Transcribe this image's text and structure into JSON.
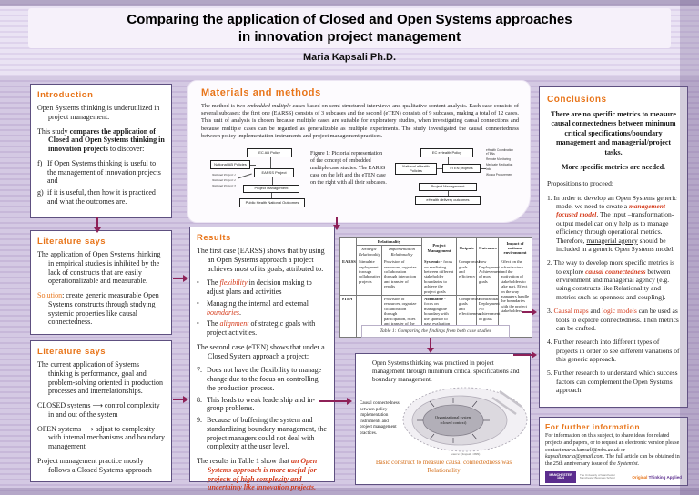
{
  "header": {
    "title_line1": "Comparing the application of Closed and Open Systems approaches",
    "title_line2": "in innovation project management",
    "author": "Maria Kapsali Ph.D."
  },
  "intro": {
    "heading": "Introduction",
    "p1": "Open Systems thinking is underutilized in project management.",
    "p2_pre": "This study ",
    "p2_bold": "compares the application of Closed and Open Systems thinking in innovation projects",
    "p2_post": " to discover:",
    "items": [
      {
        "n": "f)",
        "text": "If Open Systems thinking is useful to the management of innovation projects and"
      },
      {
        "n": "g)",
        "text": "if it is useful, then how it is practiced and what the outcomes are."
      }
    ]
  },
  "literature1": {
    "heading": "Literature says",
    "p1": "The application of Open Systems thinking in empirical studies is inhibited by the lack of constructs that are easily operationalizable and measurable.",
    "solution_label": "Solution",
    "solution_text": ": create generic measurable Open Systems constructs through studying systemic properties like causal connectedness."
  },
  "literature2": {
    "heading": "Literature says",
    "p1": "The current application of Systems thinking is performance, goal and problem-solving oriented in production processes and interrelationships.",
    "p2": "CLOSED systems ⟶ control complexity in and out of the system",
    "p3": "OPEN systems ⟶ adjust to complexity with internal mechanisms and boundary management",
    "p4": "Project management practice mostly follows a Closed Systems approach"
  },
  "materials": {
    "heading": "Materials and methods",
    "p_pre": "The method is two ",
    "p_em": "embedded multiple cases",
    "p_post": " based on semi-structured interviews and qualitative content analysis. Each case consists of several subcases: the first one (EARSS) consists of 3 subcases and the second (eTEN) consists of 9 subcases, making a total of 12 cases. This unit of analysis is chosen because multiple cases are suitable for exploratory studies, when investigating causal connections and because multiple cases can be regarded as generalizable as multiple experiments. The study investigated the causal connectedness between policy implementation instruments and project management practices."
  },
  "figure1": {
    "caption": "Figure 1: Pictorial representation of the concept of embedded multiple case studies. The EARSS case on the left and the eTEN case on the right with all their subcases.",
    "earss": {
      "top": "EC AB Policy",
      "left": "National AB Policies",
      "sub1": "National Project 1",
      "sub2": "National Project 2",
      "sub3": "National Project 3",
      "mid": "EARSS Project",
      "pm": "Project Management",
      "bottom": "Public Health National Outcomes"
    },
    "eten": {
      "top": "EC eHealth Policy",
      "left": "National eHealth Policies",
      "mid": "eTEN projects",
      "side1": "eHealth Coordination eTENs",
      "side2": "Remote Monitoring",
      "side3": "Medicate Medication Info",
      "side4": "Wonca Procurement",
      "pm": "Project Management",
      "bottom": "eHealth delivery outcomes"
    }
  },
  "results": {
    "heading": "Results",
    "p1": "The first case (EARSS) shows that by using an Open Systems approach a project achieves most of its goals, attributed to:",
    "b1_pre": "The ",
    "b1_em": "flexibility",
    "b1_post": " in decision making to adjust plans and activities",
    "b2_pre": "Managing the internal and external ",
    "b2_em": "boundaries",
    "b2_post": ".",
    "b3_pre": "The ",
    "b3_em": "alignment",
    "b3_post": " of strategic goals with project activities.",
    "p2": "The second case (eTEN) shows that under a Closed System approach a project:",
    "items": [
      {
        "n": "7.",
        "text": "Does not have the flexibility to manage change due to the focus on controlling the production process."
      },
      {
        "n": "8.",
        "text": "This leads to weak leadership and in-group problems."
      },
      {
        "n": "9.",
        "text": "Because of buffering the system and standardizing boundary management, the project managers could not deal with complexity at the user level."
      }
    ],
    "final_pre": "The results in Table 1 show that ",
    "final_em": "an Open Systems approach is more useful for projects of high complexity and uncertainty like innovation projects."
  },
  "table1": {
    "caption": "Table 1:  Comparing the findings from both case studies",
    "headers": {
      "relationality": "Relationality",
      "strategic": "Strategic Relationality",
      "implementation": "Implementation Relationality",
      "pm": "Project Management",
      "outputs": "Outputs",
      "outcomes": "Outcomes",
      "impact": "Impact of national environment"
    },
    "rows": [
      {
        "label": "EARSS",
        "strategic": "Stimulate deployment through collaborative projects",
        "implementation": "Provision of resources, organize collaboration through interaction and transfer of results",
        "pm_lead": "Systemic",
        "pm_rest": " - focus on mediating between different stakeholder boundaries to achieve the project goals",
        "outputs": "Compromise goals and efficiency",
        "outcomes": "Low Deployment Achievement of most goals"
      },
      {
        "label": "eTEN",
        "strategic": "",
        "implementation": "Provision of resources, organize collaboration through participation, rules and transfer of the project processes and outcomes",
        "pm_lead": "Normative",
        "pm_rest": " - focus on managing the boundary with the sponsor to pass evaluation",
        "outputs": "Compromise goals and effectiveness",
        "outcomes": "Contractual Deployment No achievement of goals"
      }
    ],
    "impact_text": "Effect on the infrastructure and the motivation of stakeholders to take part. Effect on the way managers handle the boundaries with the project stakeholders"
  },
  "middle_bottom": {
    "p1": "Open Systems thinking was practiced in project management through minimum critical specifications and boundary management.",
    "causal": "Causal connectedness between policy implementation instruments and project management practices.",
    "oval_line1": "Organizational system",
    "oval_line2": "(closed context)",
    "source": "Source: (Kapsali 1999)",
    "orange": "Basic construct to measure causal connectedness was Relationality"
  },
  "conclusions": {
    "heading": "Conclusions",
    "bold1": "There are no specific metrics to measure causal connectedness between minimum critical specifications/boundary management and managerial/project tasks.",
    "bold2": "More specific metrics are needed.",
    "props_label": "Propositions to proceed:",
    "p1_n": "1. ",
    "p1_pre": "In order to develop an Open Systems generic model we need to create a ",
    "p1_em": "management focused model",
    "p1_mid": ". The input –transformation- output model can only help us to manage efficiency through operational metrics. Therefore, ",
    "p1_u": "managerial agency",
    "p1_post": " should be included in a generic Open Systems model.",
    "p2_n": "2. ",
    "p2_pre": "The way to develop more specific metrics is to explore ",
    "p2_em": "causal connectedness",
    "p2_post": " between environment and managerial agency (e.g. using constructs like Relationality and metrics such as openness and coupling).",
    "p3_n": "3. ",
    "p3_em1": "Causal maps",
    "p3_mid": " and ",
    "p3_em2": "logic models",
    "p3_post": " can be used as tools to explore connectedness. Then metrics can be crafted.",
    "p4_n": "4. ",
    "p4": "Further research into different types of projects in order to see different variations of this generic approach.",
    "p5_n": "5. ",
    "p5": "Further research to understand which success factors can complement the Open Systems approach."
  },
  "further_info": {
    "heading": "For further information",
    "pre": "For information on this subject, to share ideas for related projects and papers, or to request an electronic version please contact ",
    "email1": "maria.kapsali@mbs.ac.uk",
    "mid": " or ",
    "email2": "kapsali.maria@gmail.com",
    "post": ". The full article can be obtained in the 25th anniversary issue of the ",
    "systemist": "Systemist.",
    "logo_name": "MANCHESTER",
    "logo_year": "1824",
    "logo_sub1": "The University of Manchester",
    "logo_sub2": "Manchester Business School",
    "tag_word1": "Original",
    "tag_rest": " Thinking Applied"
  },
  "colors": {
    "heading_orange": "#e8751a",
    "emphasis_red": "#d43a1a",
    "arrow_maroon": "#8e2158",
    "logo_purple": "#5b2d8e"
  }
}
